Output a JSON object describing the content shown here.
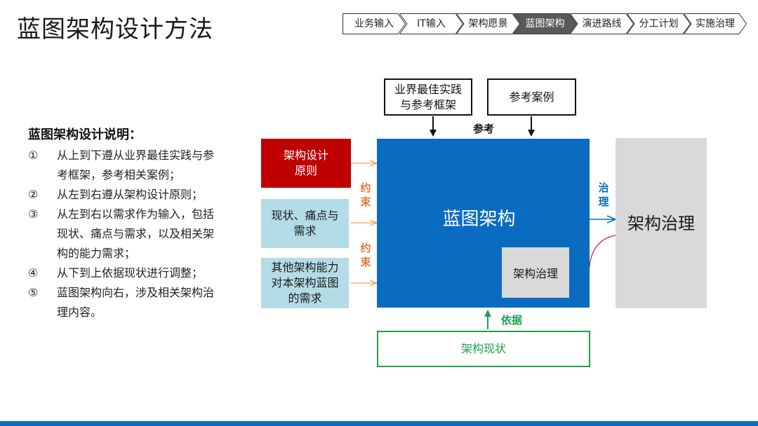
{
  "page": {
    "title": "蓝图架构设计方法"
  },
  "breadcrumb": {
    "steps": [
      {
        "label": "业务输入",
        "active": false
      },
      {
        "label": "IT输入",
        "active": false
      },
      {
        "label": "架构愿景",
        "active": false
      },
      {
        "label": "蓝图架构",
        "active": true
      },
      {
        "label": "演进路线",
        "active": false
      },
      {
        "label": "分工计划",
        "active": false
      },
      {
        "label": "实施治理",
        "active": false
      }
    ]
  },
  "description": {
    "heading": "蓝图架构设计说明：",
    "items": [
      {
        "num": "①",
        "text": "从上到下遵从业界最佳实践与参考框架，参考相关案例；"
      },
      {
        "num": "②",
        "text": "从左到右遵从架构设计原则；"
      },
      {
        "num": "③",
        "text": "从左到右以需求作为输入，包括现状、痛点与需求，以及相关架构的能力需求；"
      },
      {
        "num": "④",
        "text": "从下到上依据现状进行调整；"
      },
      {
        "num": "⑤",
        "text": "蓝图架构向右，涉及相关架构治理内容。"
      }
    ]
  },
  "diagram": {
    "top_best_practice": "业界最佳实践与参考框架",
    "top_cases": "参考案例",
    "label_reference": "参考",
    "left_principles": "架构设计原则",
    "left_status": "现状、痛点与需求",
    "left_other": "其他架构能力对本架构蓝图的需求",
    "label_constraint_1": "约束",
    "label_constraint_2": "约束",
    "center": "蓝图架构",
    "center_inner": "架构治理",
    "label_govern": "治理",
    "right_governance": "架构治理",
    "label_basis": "依据",
    "bottom_status": "架构现状"
  },
  "colors": {
    "active_step": "#595959",
    "blueprint": "#0a6cc1",
    "principles": "#c00000",
    "light_blue": "#b4dce6",
    "grey": "#d9d9d9",
    "orange": "#f4a460",
    "orange_text": "#e8743b",
    "green": "#1aa34a",
    "govern_text": "#0a6cc1",
    "red_arrow": "#d62728"
  }
}
